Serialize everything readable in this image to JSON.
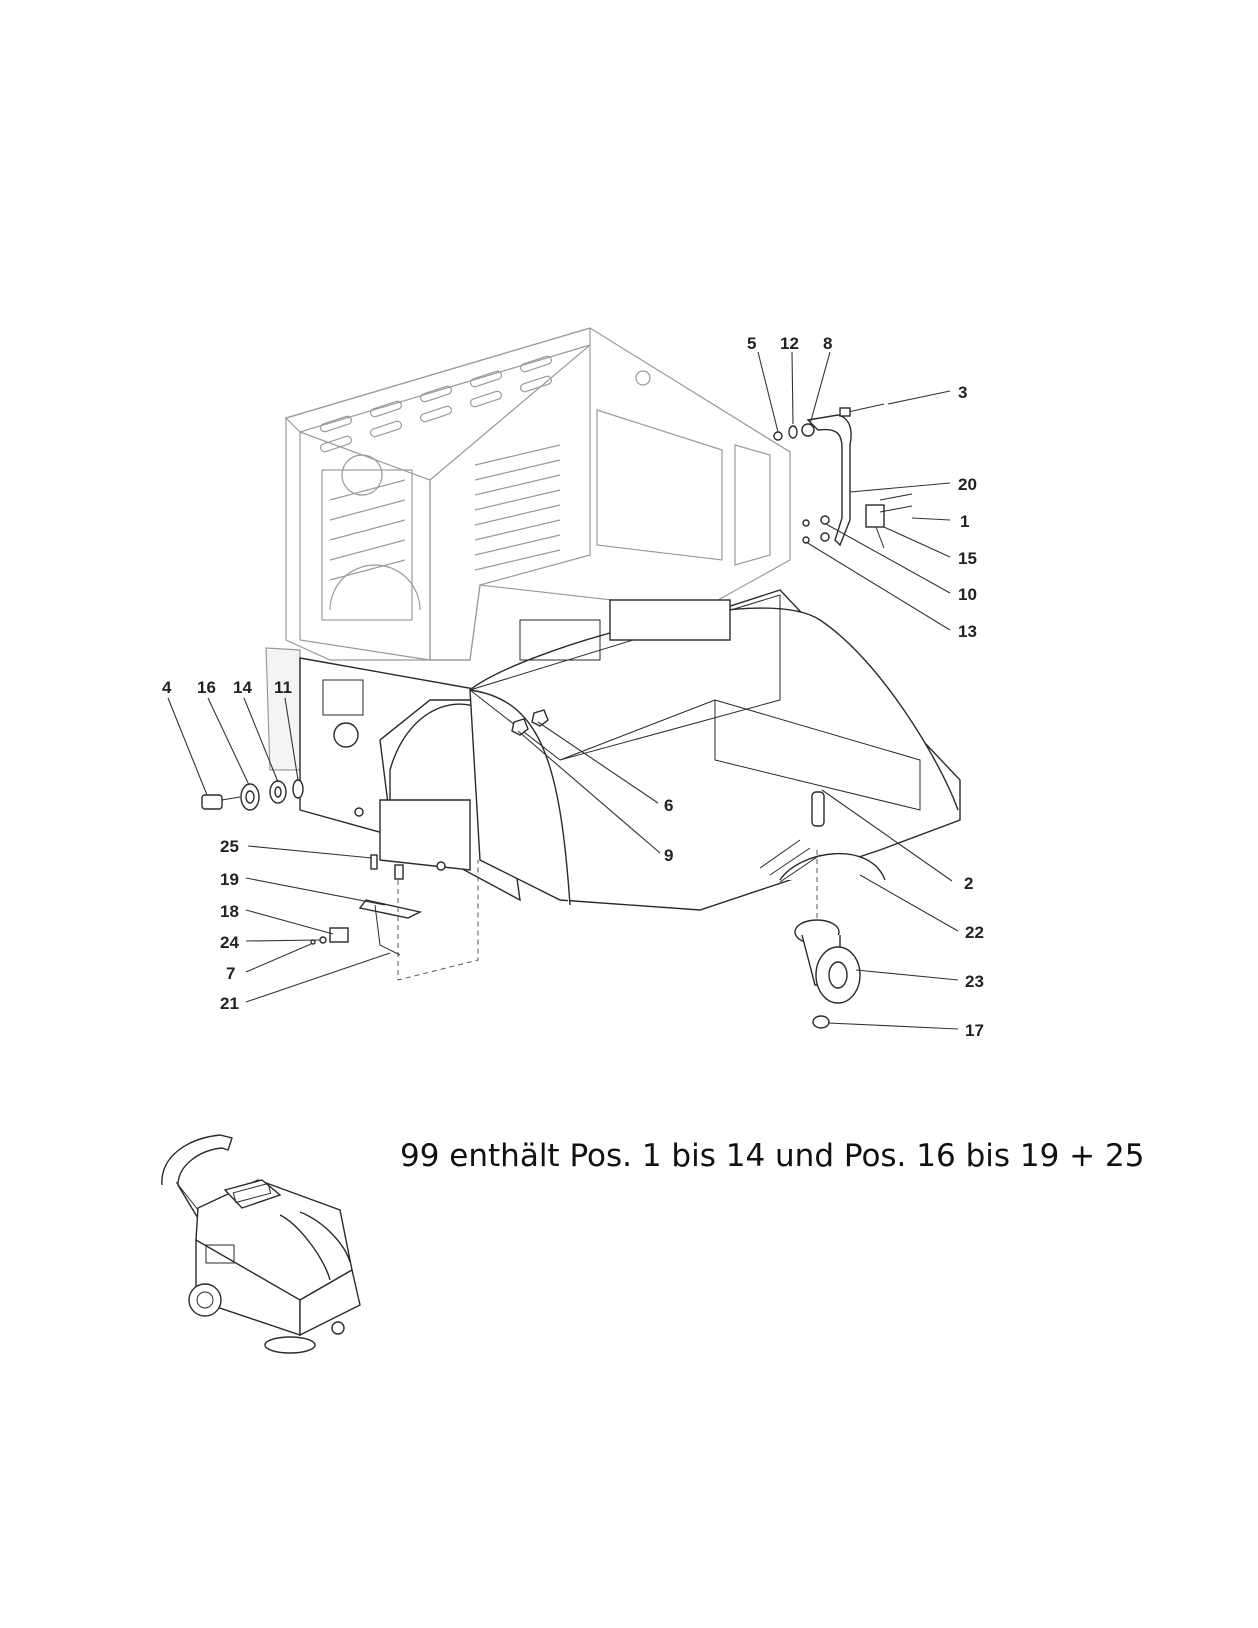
{
  "note": "99 enthält Pos. 1 bis 14 und Pos. 16 bis 19 + 25",
  "callouts": {
    "c1": "1",
    "c2": "2",
    "c3": "3",
    "c4": "4",
    "c5": "5",
    "c6": "6",
    "c7": "7",
    "c8": "8",
    "c9": "9",
    "c10": "10",
    "c11": "11",
    "c12": "12",
    "c13": "13",
    "c14": "14",
    "c15": "15",
    "c16": "16",
    "c17": "17",
    "c18": "18",
    "c19": "19",
    "c20": "20",
    "c21": "21",
    "c22": "22",
    "c23": "23",
    "c24": "24",
    "c25": "25"
  }
}
